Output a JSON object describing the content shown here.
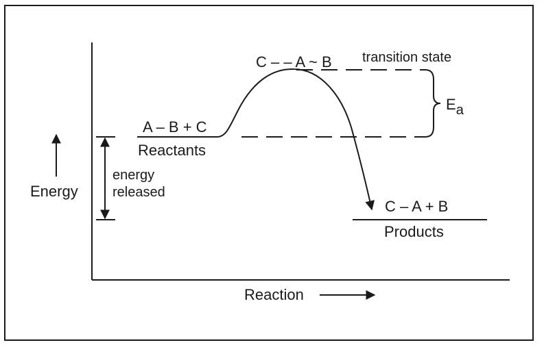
{
  "labels": {
    "transition_species": "C – – A ~ B",
    "transition_state": "transition state",
    "activation_energy": "E",
    "activation_energy_subscript": "a",
    "reactants_formula": "A – B + C",
    "reactants": "Reactants",
    "energy_released_line1": "energy",
    "energy_released_line2": "released",
    "energy_axis": "Energy",
    "products_formula": "C – A + B",
    "products": "Products",
    "reaction_axis": "Reaction"
  },
  "colors": {
    "ink": "#1a1a1a",
    "background": "#ffffff"
  }
}
